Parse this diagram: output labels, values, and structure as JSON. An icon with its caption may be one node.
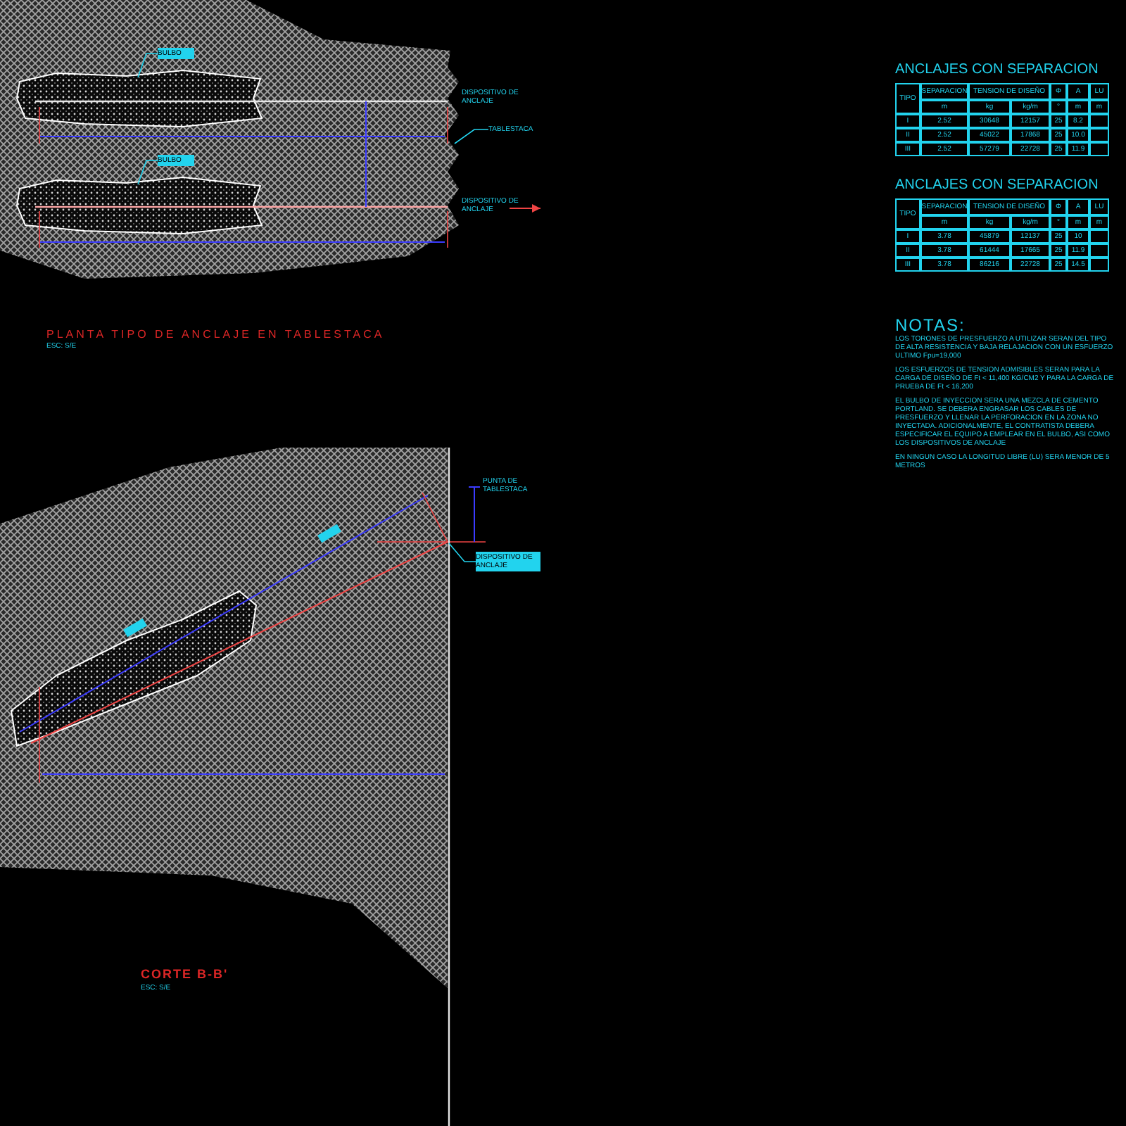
{
  "diagram": {
    "nodes": [
      {
        "text": [
          "BULBO"
        ]
      },
      {
        "text": [
          "BULBO"
        ]
      },
      {
        "text": [
          "DISPOSITIVO DE ANCLAJE"
        ]
      },
      {
        "text": [
          "TABLESTACA"
        ]
      },
      {
        "text": [
          "DISPOSITIVO DE ANCLAJE"
        ]
      },
      {
        "text": [
          "PUNTA DE TABLESTACA"
        ]
      },
      {
        "text": [
          "DISPOSITIVO DE ANCLAJE"
        ]
      }
    ],
    "edges": [
      {
        "from": 0,
        "to": null,
        "arrow": "none"
      },
      {
        "from": 1,
        "to": null,
        "arrow": "none"
      },
      {
        "from": 3,
        "to": null,
        "arrow": "none"
      },
      {
        "from": 6,
        "to": null,
        "arrow": "none"
      }
    ],
    "labels": [
      "PLANTA TIPO DE ANCLAJE EN TABLESTACA",
      "ESC: S/E",
      "ANCLAJES CON SEPARACION",
      "TIPO",
      "SEPARACION",
      "TENSION DE DISEÑO",
      "Φ",
      "A",
      "LU",
      "m",
      "kg",
      "kg/m",
      "°",
      "m",
      "m",
      "I",
      "2.52",
      "30648",
      "12157",
      "25",
      "8.2",
      "II",
      "2.52",
      "45022",
      "17868",
      "25",
      "10.0",
      "III",
      "2.52",
      "57279",
      "22728",
      "25",
      "11.9",
      "ANCLAJES CON SEPARACION",
      "TIPO",
      "SEPARACION",
      "TENSION DE DISEÑO",
      "Φ",
      "A",
      "LU",
      "m",
      "kg",
      "kg/m",
      "°",
      "m",
      "m",
      "I",
      "3.78",
      "45879",
      "12137",
      "25",
      "10",
      "II",
      "3.78",
      "61444",
      "17665",
      "25",
      "11.9",
      "III",
      "3.78",
      "86216",
      "22728",
      "25",
      "14.5",
      "NOTAS:",
      "LOS TORONES DE PRESFUERZO A UTILIZAR SERAN DEL TIPO DE ALTA RESISTENCIA Y BAJA RELAJACION CON UN ESFUERZO ULTIMO Fpu=19,000",
      "LOS ESFUERZOS DE TENSION ADMISIBLES SERAN PARA LA CARGA DE DISEÑO DE Ft < 11,400 KG/CM2 Y PARA LA CARGA DE PRUEBA DE Ft < 16,200",
      "EL BULBO DE INYECCION SERA UNA MEZCLA DE CEMENTO PORTLAND. SE DEBERA ENGRASAR LOS CABLES DE PRESFUERZO Y LLENAR LA PERFORACION EN LA ZONA NO INYECTADA. ADICIONALMENTE, EL CONTRATISTA DEBERA ESPECIFICAR EL EQUIPO A EMPLEAR EN EL BULBO, ASI COMO LOS DISPOSITIVOS DE ANCLAJE",
      "EN NINGUN CASO LA LONGITUD LIBRE (LU) SERA MENOR DE 5 METROS",
      "CORTE B-B'",
      "ESC: S/E"
    ]
  }
}
